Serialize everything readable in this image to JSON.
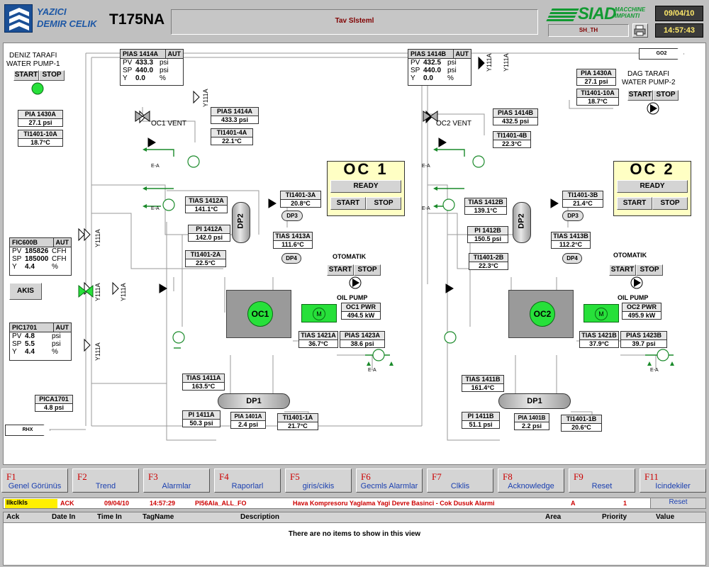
{
  "header": {
    "company_line1": "YAZICI",
    "company_line2": "DEMIR CELIK",
    "model": "T175NA",
    "system_title": "Tav Slsteml",
    "brand": "SIAD",
    "brand_sub1": "MACCHINE",
    "brand_sub2": "IMPIANTI",
    "date": "09/04/10",
    "time": "14:57:43",
    "shift": "SH_TH",
    "brand_color": "#129a32",
    "logo_color": "#1a4f96"
  },
  "pumps": {
    "left": {
      "title1": "DENIZ TARAFI",
      "title2": "WATER PUMP-1",
      "start": "START",
      "stop": "STOP"
    },
    "right": {
      "title1": "DAG TARAFI",
      "title2": "WATER PUMP-2",
      "start": "START",
      "stop": "STOP"
    }
  },
  "instruments": {
    "pia1430a_l": {
      "tag": "PIA 1430A",
      "value": "27.1",
      "unit": "psi"
    },
    "ti1401_10a_l": {
      "tag": "TI1401-10A",
      "value": "18.7",
      "unit": "°C"
    },
    "pia1430a_r": {
      "tag": "PIA 1430A",
      "value": "27.1",
      "unit": "psi"
    },
    "ti1401_10a_r": {
      "tag": "TI1401-10A",
      "value": "18.7",
      "unit": "°C"
    },
    "pias1414a": {
      "tag": "PIAS 1414A",
      "value": "433.3",
      "unit": "psi"
    },
    "ti1401_4a": {
      "tag": "TI1401-4A",
      "value": "22.1",
      "unit": "°C"
    },
    "tias1412a": {
      "tag": "TIAS 1412A",
      "value": "141.1",
      "unit": "°C"
    },
    "ti1401_3a": {
      "tag": "TI1401-3A",
      "value": "20.8",
      "unit": "°C"
    },
    "pi1412a": {
      "tag": "PI 1412A",
      "value": "142.0",
      "unit": "psi"
    },
    "tias1413a": {
      "tag": "TIAS 1413A",
      "value": "111.6",
      "unit": "°C"
    },
    "ti1401_2a": {
      "tag": "TI1401-2A",
      "value": "22.5",
      "unit": "°C"
    },
    "oc1pwr": {
      "tag": "OC1 PWR",
      "value": "494.5",
      "unit": "kW"
    },
    "tias1421a": {
      "tag": "TIAS 1421A",
      "value": "36.7",
      "unit": "°C"
    },
    "pias1423a": {
      "tag": "PIAS 1423A",
      "value": "38.6",
      "unit": "psi"
    },
    "tias1411a": {
      "tag": "TIAS 1411A",
      "value": "163.5",
      "unit": "°C"
    },
    "pi1411a": {
      "tag": "PI 1411A",
      "value": "50.3",
      "unit": "psi"
    },
    "pia1401a": {
      "tag": "PIA 1401A",
      "value": "2.4",
      "unit": "psi"
    },
    "ti1401_1a": {
      "tag": "TI1401-1A",
      "value": "21.7",
      "unit": "°C"
    },
    "pias1414b": {
      "tag": "PIAS 1414B",
      "value": "432.5",
      "unit": "psi"
    },
    "ti1401_4b": {
      "tag": "TI1401-4B",
      "value": "22.3",
      "unit": "°C"
    },
    "tias1412b": {
      "tag": "TIAS 1412B",
      "value": "139.1",
      "unit": "°C"
    },
    "ti1401_3b": {
      "tag": "TI1401-3B",
      "value": "21.4",
      "unit": "°C"
    },
    "pi1412b": {
      "tag": "PI 1412B",
      "value": "150.5",
      "unit": "psi"
    },
    "tias1413b": {
      "tag": "TIAS 1413B",
      "value": "112.2",
      "unit": "°C"
    },
    "ti1401_2b": {
      "tag": "TI1401-2B",
      "value": "22.3",
      "unit": "°C"
    },
    "oc2pwr": {
      "tag": "OC2 PWR",
      "value": "495.9",
      "unit": "kW"
    },
    "tias1421b": {
      "tag": "TIAS 1421B",
      "value": "37.9",
      "unit": "°C"
    },
    "pias1423b": {
      "tag": "PIAS 1423B",
      "value": "39.7",
      "unit": "psi"
    },
    "tias1411b": {
      "tag": "TIAS 1411B",
      "value": "161.4",
      "unit": "°C"
    },
    "pi1411b": {
      "tag": "PI 1411B",
      "value": "51.1",
      "unit": "psi"
    },
    "pia1401b": {
      "tag": "PIA 1401B",
      "value": "2.2",
      "unit": "psi"
    },
    "ti1401_1b": {
      "tag": "TI1401-1B",
      "value": "20.6",
      "unit": "°C"
    },
    "pica1701": {
      "tag": "PICA1701",
      "value": "4.8",
      "unit": "psi"
    }
  },
  "controllers": {
    "pias1414a": {
      "tag": "PIAS 1414A",
      "mode": "AUT",
      "pv": "433.3",
      "sp": "440.0",
      "y": "0.0",
      "pv_unit": "psi",
      "sp_unit": "psi",
      "y_unit": "%"
    },
    "pias1414b": {
      "tag": "PIAS 1414B",
      "mode": "AUT",
      "pv": "432.5",
      "sp": "440.0",
      "y": "0.0",
      "pv_unit": "psi",
      "sp_unit": "psi",
      "y_unit": "%"
    },
    "fic600b": {
      "tag": "FIC600B",
      "mode": "AUT",
      "pv": "185826",
      "sp": "185000",
      "y": "4.4",
      "pv_unit": "CFH",
      "sp_unit": "CFH",
      "y_unit": "%"
    },
    "pic1701": {
      "tag": "PIC1701",
      "mode": "AUT",
      "pv": "4.8",
      "sp": "5.5",
      "y": "4.4",
      "pv_unit": "psi",
      "sp_unit": "psi",
      "y_unit": "%"
    }
  },
  "labels": {
    "pv": "PV",
    "sp": "SP",
    "y": "Y",
    "oc1_vent": "OC1 VENT",
    "oc2_vent": "OC2 VENT",
    "akis": "AKIS",
    "otomatik": "OTOMATIK",
    "oil_pump": "OIL PUMP",
    "go2": "GO2",
    "rhx": "RHX",
    "dp1": "DP1",
    "dp2": "DP2",
    "dp3": "DP3",
    "dp4": "DP4",
    "oc1_short": "OC1",
    "oc2_short": "OC2",
    "valve_y111a": "Y111A",
    "hx_tag": "E-A",
    "motor": "M",
    "start": "START",
    "stop": "STOP"
  },
  "oc_panels": {
    "oc1": {
      "name": "OC 1",
      "status": "READY",
      "start": "START",
      "stop": "STOP"
    },
    "oc2": {
      "name": "OC 2",
      "status": "READY",
      "start": "START",
      "stop": "STOP"
    }
  },
  "function_keys": [
    {
      "key": "F1",
      "label": "Genel Görünüs"
    },
    {
      "key": "F2",
      "label": "Trend"
    },
    {
      "key": "F3",
      "label": "Alarmlar"
    },
    {
      "key": "F4",
      "label": "Raporlarl"
    },
    {
      "key": "F5",
      "label": "giris/cikis"
    },
    {
      "key": "F6",
      "label": "Gecmls Alarmlar"
    },
    {
      "key": "F7",
      "label": "Clklis"
    },
    {
      "key": "F8",
      "label": "Acknowledge"
    },
    {
      "key": "F9",
      "label": "Reset"
    },
    {
      "key": "F11",
      "label": "Icindekiler"
    }
  ],
  "alarm_line": {
    "location": "llkclkls",
    "ack": "ACK",
    "date": "09/04/10",
    "time": "14:57:29",
    "tag": "PI56Ala_ALL_FO",
    "description": "Hava Kompresoru Yaglama Yagi Devre Basinci - Cok Dusuk Alarmi",
    "priority_class": "A",
    "count": "1",
    "reset": "Reset"
  },
  "alarm_table": {
    "columns": [
      "Ack",
      "Date In",
      "Time In",
      "TagName",
      "Description",
      "Area",
      "Priority",
      "Value"
    ],
    "empty_message": "There are no items to show in this view"
  }
}
